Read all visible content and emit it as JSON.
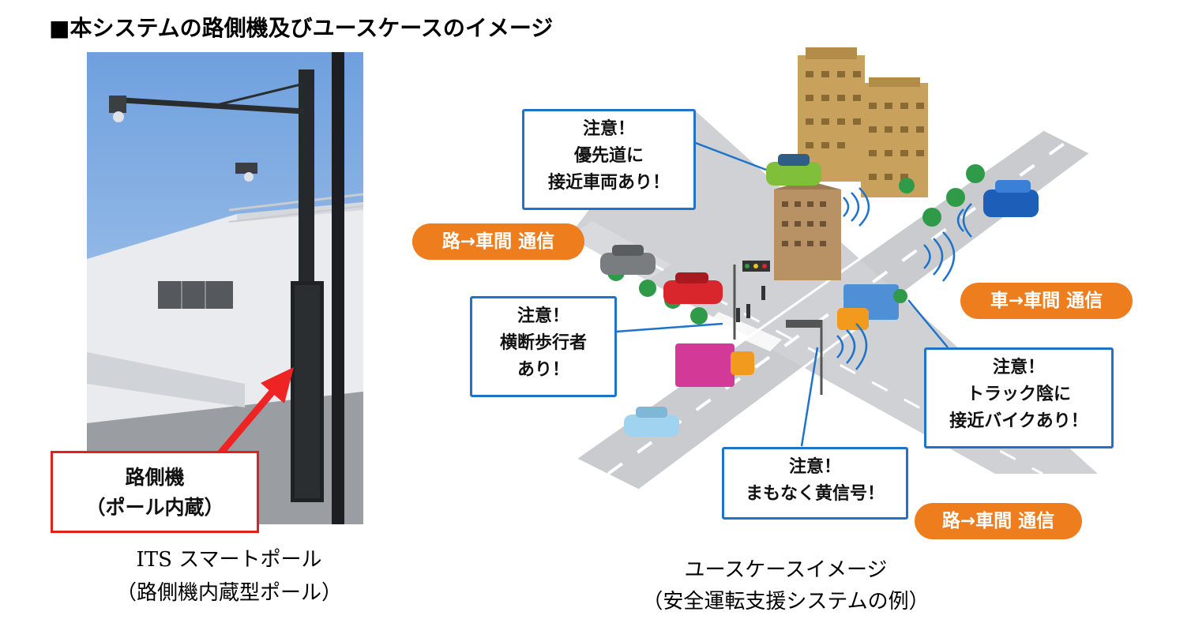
{
  "heading": "■本システムの路側機及びユースケースのイメージ",
  "left_panel": {
    "label_line1": "路側機",
    "label_line2": "（ポール内蔵）",
    "caption_line1": "ITS スマートポール",
    "caption_line2": "（路側機内蔵型ポール）"
  },
  "right_panel": {
    "callout_priority": [
      "注意！",
      "優先道に",
      "接近車両あり！"
    ],
    "callout_pedestrian": [
      "注意！",
      "横断歩行者",
      "あり！"
    ],
    "callout_yellow": [
      "注意！",
      "まもなく黄信号！"
    ],
    "callout_bike": [
      "注意！",
      "トラック陰に",
      "接近バイクあり！"
    ],
    "pill_r2v_top": "路→車間 通信",
    "pill_v2v": "車→車間 通信",
    "pill_r2v_bottom": "路→車間 通信",
    "caption_line1": "ユースケースイメージ",
    "caption_line2": "（安全運転支援システムの例）"
  },
  "colors": {
    "callout_border": "#1f73c9",
    "pill_orange": "#ee7d1e",
    "label_red": "#e0221f",
    "arrow_red": "#ee2424"
  }
}
